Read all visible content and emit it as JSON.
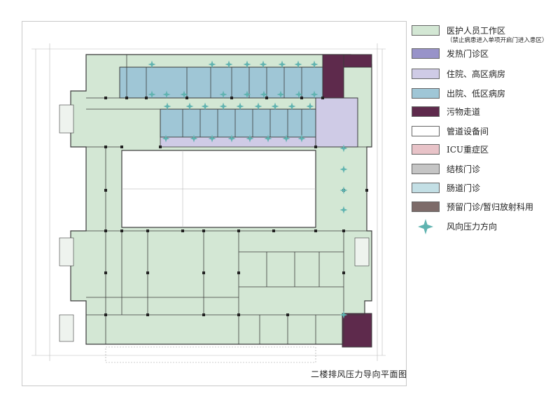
{
  "caption": "二楼排风压力导向平面图",
  "legend": [
    {
      "label": "医护人员工作区",
      "note": "（禁止病患进入单项开启门进入患区）",
      "color": "#d3e7d4"
    },
    {
      "label": "发热门诊区",
      "color": "#9893c9"
    },
    {
      "label": "住院、高区病房",
      "color": "#cfcbe6"
    },
    {
      "label": "出院、低区病房",
      "color": "#9fc6d6"
    },
    {
      "label": "污物走道",
      "color": "#5e2a4c"
    },
    {
      "label": "管道设备间",
      "color": "#ffffff"
    },
    {
      "label": "ICU重症区",
      "color": "#e8c3c8"
    },
    {
      "label": "结核门诊",
      "color": "#c5c5c5"
    },
    {
      "label": "肠道门诊",
      "color": "#c3dfe5"
    },
    {
      "label": "预留门诊/暂归放射科用",
      "color": "#7d6b69"
    },
    {
      "label": "风向压力方向",
      "icon": "wind-pressure-arrow-icon",
      "color": "#5fb3b0"
    }
  ]
}
